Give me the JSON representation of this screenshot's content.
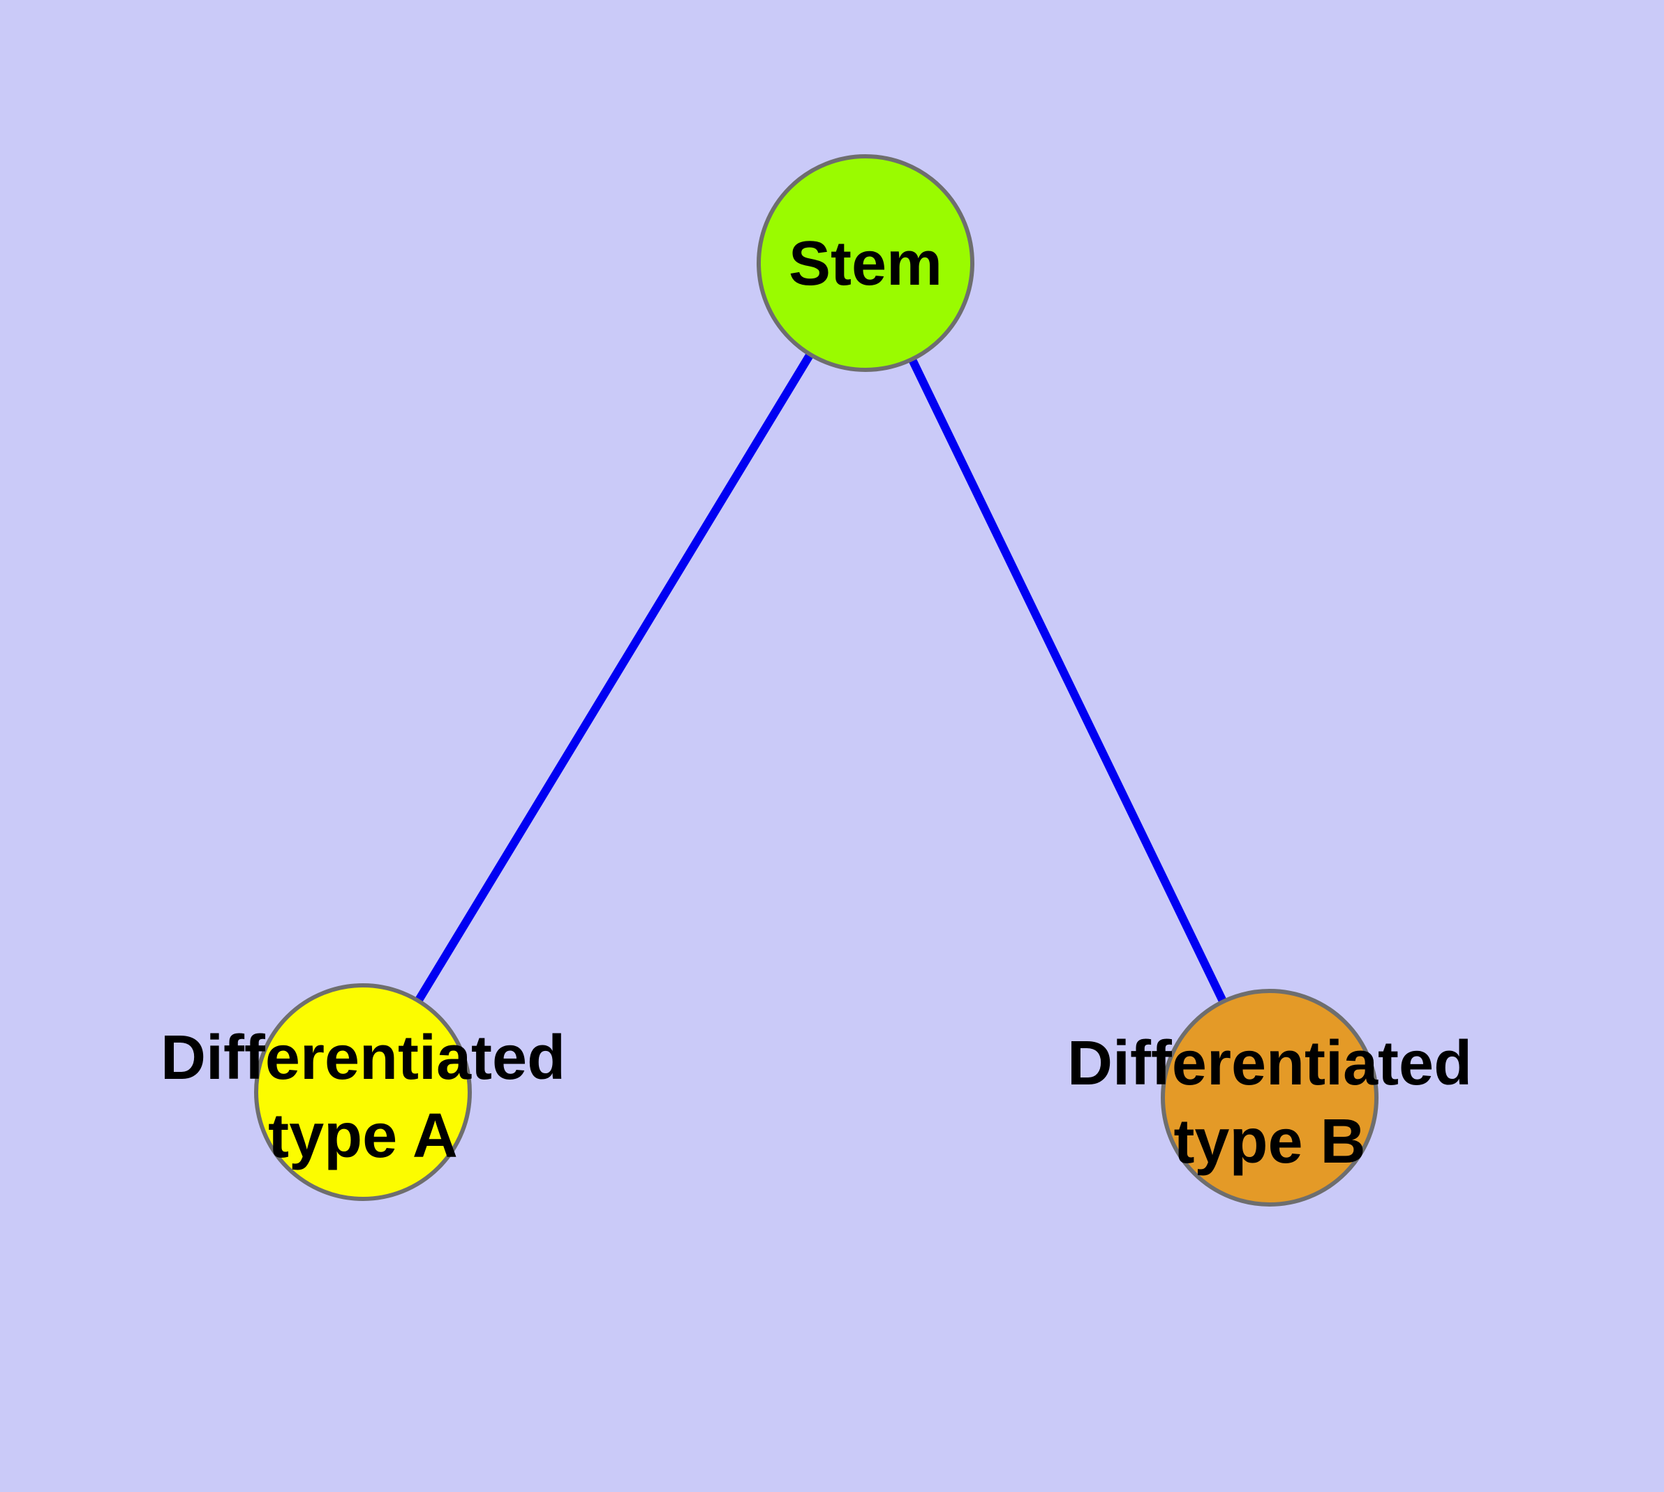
{
  "colors": {
    "background": "#CACAF8",
    "edge": "#0000F2",
    "node_border": "#6E6E6E",
    "label_text": "#000000"
  },
  "nodes": {
    "stem": {
      "label": "Stem",
      "fill": "#9AFB00"
    },
    "type_a": {
      "label_line1": "Differentiated",
      "label_line2": "type A",
      "fill": "#FCFC00"
    },
    "type_b": {
      "label_line1": "Differentiated",
      "label_line2": "type B",
      "fill": "#E49A27"
    }
  },
  "edges": [
    {
      "from": "Stem",
      "to": "Differentiated type A"
    },
    {
      "from": "Stem",
      "to": "Differentiated type B"
    }
  ]
}
